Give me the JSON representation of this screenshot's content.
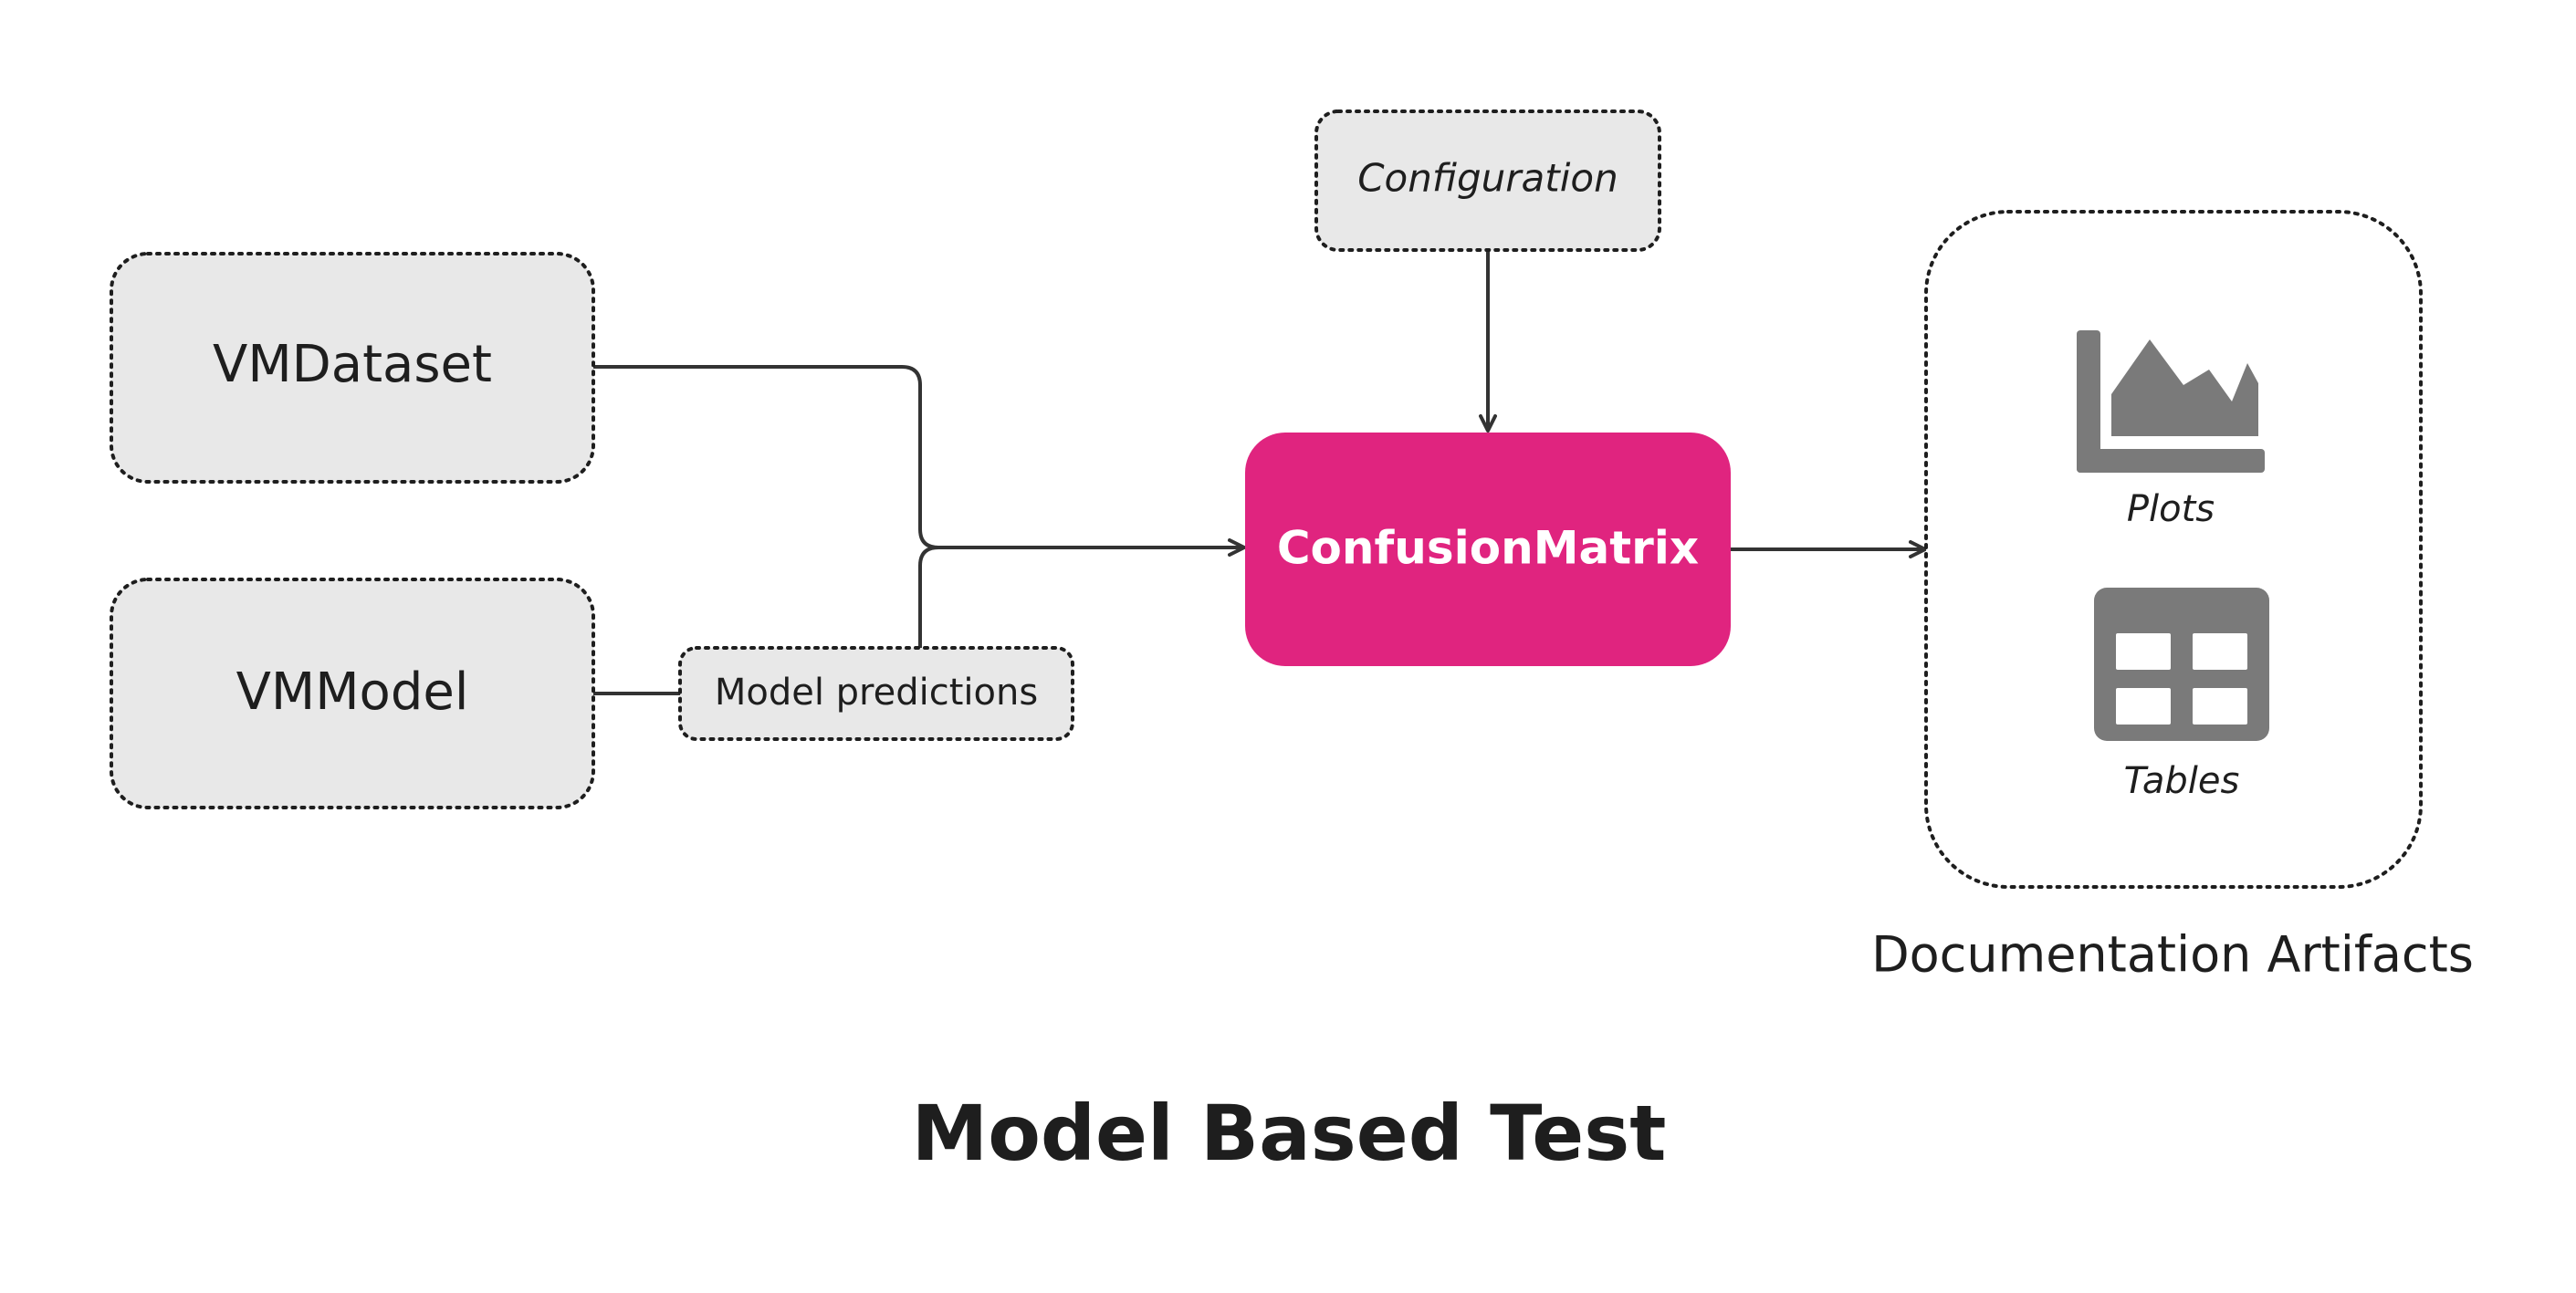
{
  "title": "Model Based Test",
  "nodes": {
    "dataset": {
      "label": "VMDataset"
    },
    "model": {
      "label": "VMModel"
    },
    "predictions": {
      "label": "Model predictions"
    },
    "configuration": {
      "label": "Configuration"
    },
    "test": {
      "label": "ConfusionMatrix"
    },
    "artifacts": {
      "label": "Documentation Artifacts",
      "items": [
        {
          "label": "Plots",
          "icon": "area-chart-icon"
        },
        {
          "label": "Tables",
          "icon": "table-icon"
        }
      ]
    }
  },
  "colors": {
    "accent": "#E0247F",
    "box_fill": "#E8E8E8",
    "icon": "#7A7A7A",
    "line": "#333333"
  }
}
